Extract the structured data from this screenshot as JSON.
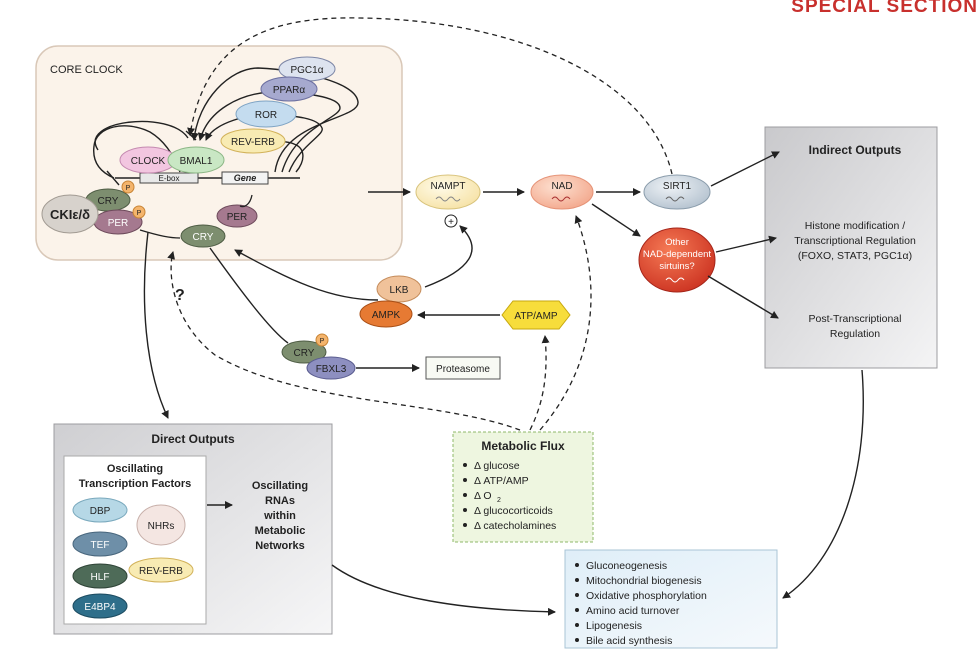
{
  "header": {
    "special_section": "SPECIAL SECTION"
  },
  "core_clock": {
    "label": "CORE CLOCK",
    "proteins": {
      "pgc1a": "PGC1α",
      "ppara": "PPARα",
      "ror": "ROR",
      "reverb": "REV-ERB",
      "clock": "CLOCK",
      "bmal1": "BMAL1",
      "ebox": "E-box",
      "gene": "Gene",
      "cry": "CRY",
      "per": "PER",
      "cki": "CKIε/δ",
      "per2": "PER",
      "cry2": "CRY",
      "p": "P"
    }
  },
  "nodes": {
    "nampt": "NAMPT",
    "plus": "+",
    "nad": "NAD",
    "sirt1": "SIRT1",
    "other_sirtuins": [
      "Other",
      "NAD-dependent",
      "sirtuins?"
    ],
    "lkb": "LKB",
    "ampk": "AMPK",
    "atp_amp": "ATP/AMP",
    "cry3": "CRY",
    "fbxl3": "FBXL3",
    "proteasome": "Proteasome",
    "question": "?"
  },
  "indirect_outputs": {
    "title": "Indirect Outputs",
    "histone": [
      "Histone modification /",
      "Transcriptional Regulation",
      "(FOXO, STAT3, PGC1α)"
    ],
    "post": [
      "Post-Transcriptional",
      "Regulation"
    ]
  },
  "direct_outputs": {
    "title": "Direct Outputs",
    "tf_title": [
      "Oscillating",
      "Transcription Factors"
    ],
    "tfs": {
      "dbp": "DBP",
      "tef": "TEF",
      "hlf": "HLF",
      "e4bp4": "E4BP4",
      "nhrs": "NHRs",
      "reverb": "REV-ERB"
    },
    "rnas": [
      "Oscillating",
      "RNAs",
      "within",
      "Metabolic",
      "Networks"
    ]
  },
  "metabolic_flux": {
    "title": "Metabolic Flux",
    "items": [
      "Δ glucose",
      "Δ ATP/AMP",
      "Δ O",
      "Δ glucocorticoids",
      "Δ catecholamines"
    ],
    "o2_subscript": "2"
  },
  "processes": {
    "items": [
      "Gluconeogenesis",
      "Mitochondrial biogenesis",
      "Oxidative phosphorylation",
      "Amino acid turnover",
      "Lipogenesis",
      "Bile acid synthesis"
    ]
  },
  "colors": {
    "header_red": "#c8302d",
    "clock_bg": "#fbf3ea",
    "gray_box": "#d8d8da",
    "flux_bg": "#eef6e0",
    "process_bg": "#e9f2f8",
    "nad_red": "#e2432a"
  }
}
